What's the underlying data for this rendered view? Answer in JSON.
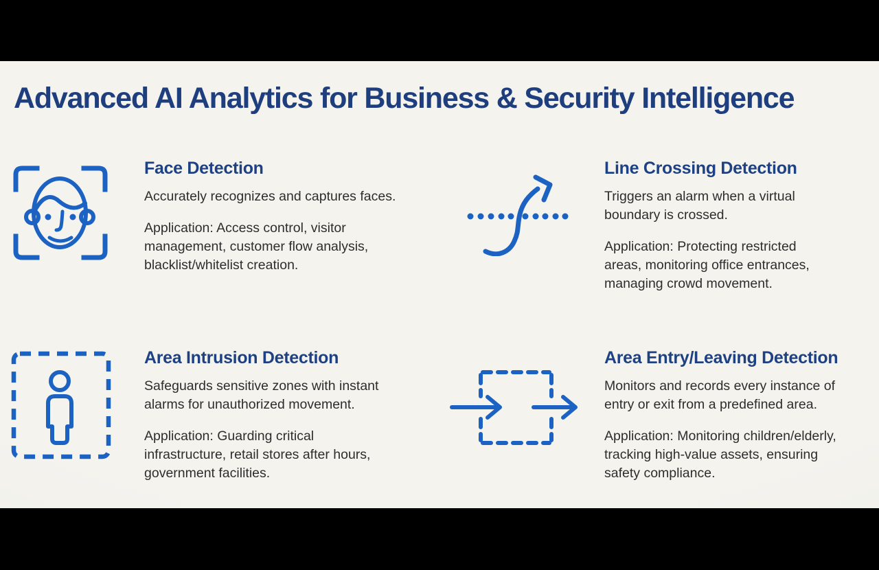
{
  "title": "Advanced AI Analytics for Business & Security Intelligence",
  "colors": {
    "background": "#f2f1ec",
    "letterbox": "#000000",
    "title_color": "#1e3e7d",
    "heading_color": "#1d4182",
    "body_color": "#2d2d2d",
    "icon_blue": "#1c62c2"
  },
  "features": [
    {
      "icon": "face-scan-icon",
      "title": "Face Detection",
      "description": "Accurately recognizes and captures faces.",
      "application": "Application: Access control, visitor\nmanagement, customer flow analysis,\nblacklist/whitelist creation."
    },
    {
      "icon": "line-crossing-icon",
      "title": "Line Crossing Detection",
      "description": "Triggers an alarm when a virtual\nboundary is crossed.",
      "application": "Application: Protecting restricted\nareas, monitoring office entrances,\nmanaging crowd movement."
    },
    {
      "icon": "area-intrusion-icon",
      "title": "Area Intrusion Detection",
      "description": "Safeguards sensitive zones with instant\nalarms for unauthorized movement.",
      "application": "Application: Guarding critical\ninfrastructure, retail stores after hours,\ngovernment facilities."
    },
    {
      "icon": "area-entry-leaving-icon",
      "title": "Area Entry/Leaving Detection",
      "description": "Monitors and records every instance of\nentry or exit from a predefined area.",
      "application": "Application: Monitoring children/elderly,\ntracking high-value assets, ensuring\nsafety compliance."
    }
  ]
}
